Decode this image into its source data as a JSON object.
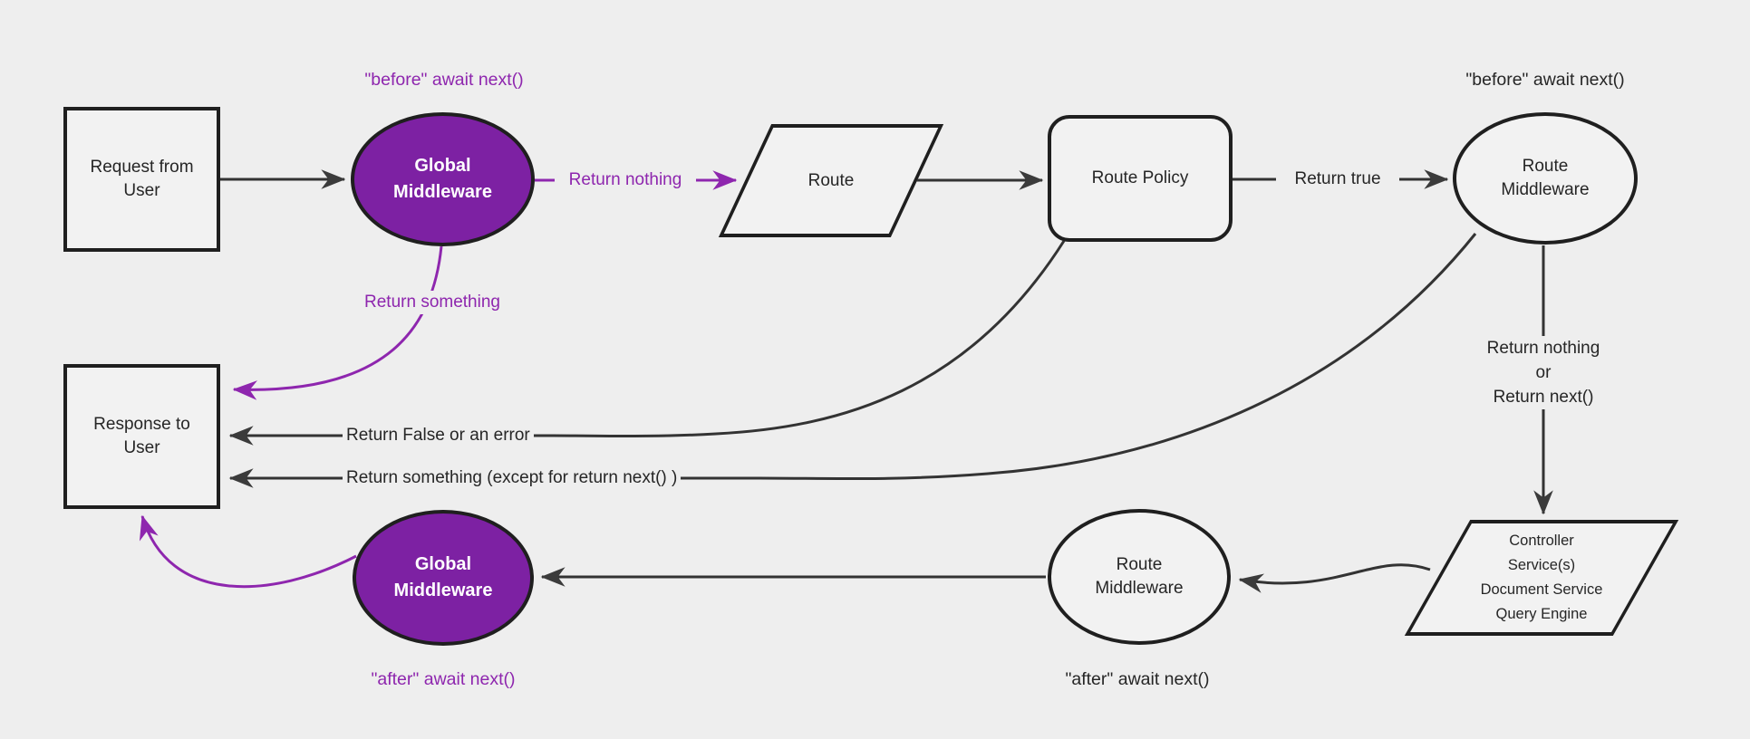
{
  "diagram": {
    "nodes": {
      "request": {
        "label": "Request from\nUser"
      },
      "global_middleware_top": {
        "label": "Global\nMiddleware"
      },
      "route": {
        "label": "Route"
      },
      "route_policy": {
        "label": "Route Policy"
      },
      "route_middleware_top": {
        "label": "Route\nMiddleware"
      },
      "controller": {
        "label": "Controller\nService(s)\nDocument Service\nQuery Engine"
      },
      "route_middleware_bottom": {
        "label": "Route\nMiddleware"
      },
      "global_middleware_bottom": {
        "label": "Global\nMiddleware"
      },
      "response": {
        "label": "Response to\nUser"
      }
    },
    "edge_labels": {
      "return_nothing": "Return nothing",
      "return_true": "Return true",
      "return_something_top": "Return something",
      "return_nothing_or_next": "Return nothing\nor\nReturn next()",
      "return_false_or_error": "Return False or an error",
      "return_something_except": "Return something (except for return next() )"
    },
    "annotations": {
      "before_global": "\"before\" await next()",
      "before_route": "\"before\" await next()",
      "after_route": "\"after\" await next()",
      "after_global": "\"after\" await next()"
    },
    "colors": {
      "background": "#eeeeee",
      "node_fill": "#f2f2f2",
      "node_border": "#1f1f1f",
      "purple_fill": "#7d21a3",
      "purple_accent": "#8e26ae",
      "line": "#333333",
      "text": "#262626"
    }
  }
}
